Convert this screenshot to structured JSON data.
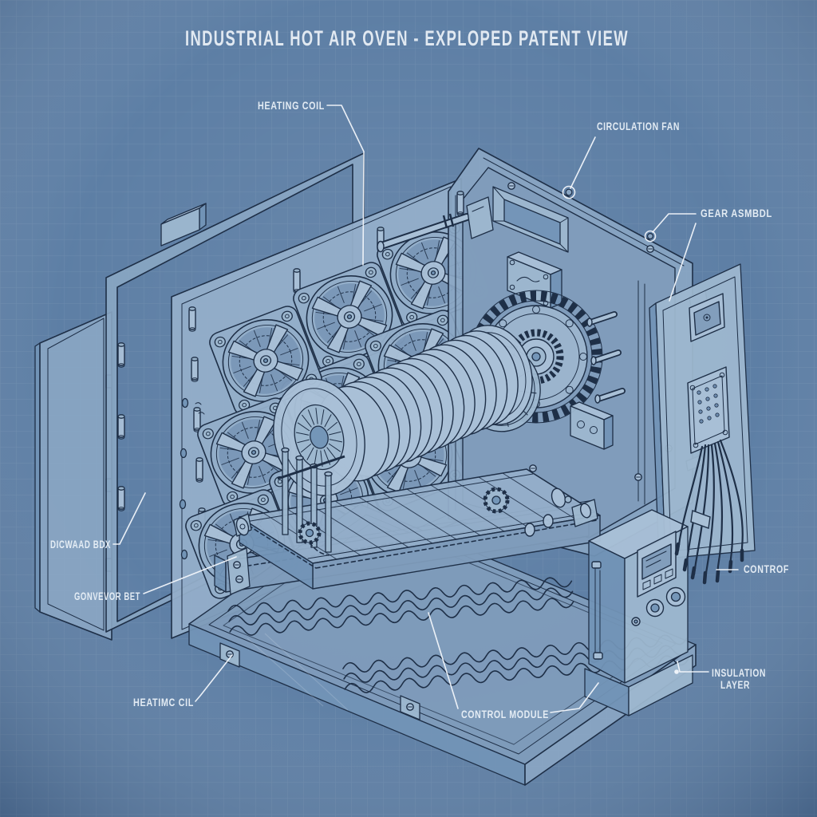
{
  "title": "INDUSTRIAL HOT AIR OVEN - EXPLOPED PATENT VIEW",
  "labels": {
    "heating_coil": "HEATING COIL",
    "circulation_fan": "CIRCULATION FAN",
    "gear_assembly": "GEAR ASMBDL",
    "drawer_box": "DICWAAD BDX",
    "conveyor_belt": "GONVEVOR BET",
    "heating_coil_lower": "HEATIMC CIL",
    "control_module": "CONTROL MODULE",
    "control_wires": "CONTROF",
    "insulation_layer_lines": [
      "INSULATION",
      "LAYER"
    ]
  },
  "style": {
    "background_color": "#5a7ca3",
    "line_color": "#1e2f47",
    "label_color": "#eaf1f8",
    "leader_color": "#f4f8fc",
    "grid_color": "rgba(255,255,255,0.09)"
  }
}
